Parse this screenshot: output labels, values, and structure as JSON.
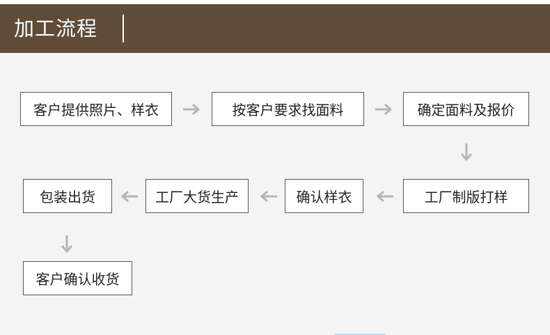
{
  "header": {
    "title": "加工流程"
  },
  "steps": [
    {
      "label": "客户提供照片、样衣"
    },
    {
      "label": "按客户要求找面料"
    },
    {
      "label": "确定面料及报价"
    },
    {
      "label": "工厂制版打样"
    },
    {
      "label": "确认样衣"
    },
    {
      "label": "工厂大货生产"
    },
    {
      "label": "包装出货"
    },
    {
      "label": "客户确认收货"
    }
  ],
  "colors": {
    "header_bg": "#5f4b38",
    "arrow": "#b5b5b5",
    "box_border": "#555555",
    "page_bg": "#f4f4f4"
  }
}
